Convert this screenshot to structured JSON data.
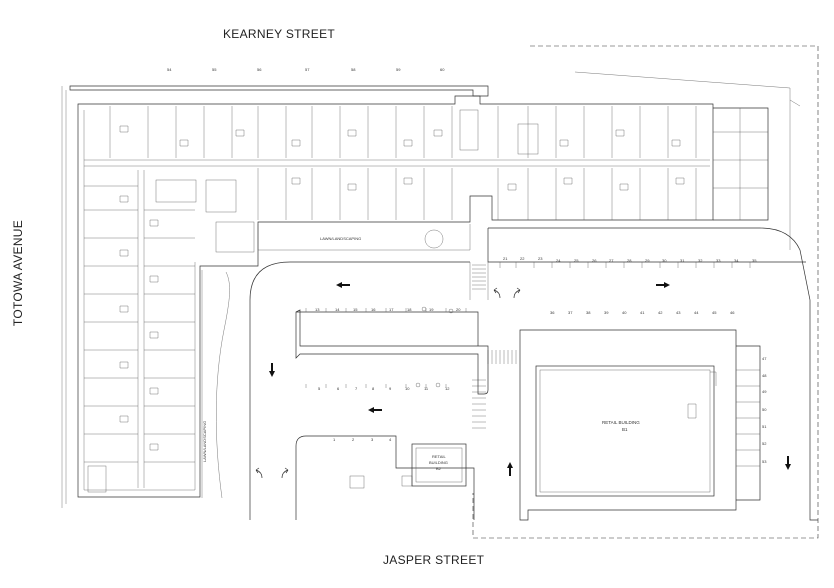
{
  "streets": {
    "north": "KEARNEY STREET",
    "south": "JASPER STREET",
    "west": "TOTOWA AVENUE"
  },
  "labels": {
    "landscaping_north": "LAWN/LANDSCAPING",
    "landscaping_west": "LAWN/LANDSCAPING",
    "retail_b1_title": "RETAIL BUILDING",
    "retail_b1_code": "B1",
    "retail_b2_title": "RETAIL",
    "retail_b2_title2": "BUILDING",
    "retail_b2_code": "B2"
  },
  "top_unit_numbers": [
    "54",
    "55",
    "56",
    "57",
    "58",
    "59",
    "60"
  ],
  "parking": {
    "row_top_right": [
      "21",
      "22",
      "23",
      "24",
      "25",
      "26",
      "27",
      "28",
      "29",
      "30",
      "31",
      "32",
      "33",
      "34",
      "35"
    ],
    "row_mid_right": [
      "36",
      "37",
      "38",
      "39",
      "40",
      "41",
      "42",
      "43",
      "44",
      "45",
      "46"
    ],
    "column_right": [
      "47",
      "48",
      "49",
      "50",
      "51",
      "52",
      "53"
    ],
    "island_north": [
      "13",
      "14",
      "15",
      "16",
      "17",
      "18",
      "19",
      "20"
    ],
    "island_south": [
      "5",
      "6",
      "7",
      "8",
      "9",
      "10",
      "11",
      "12"
    ],
    "south_row": [
      "1",
      "2",
      "3",
      "4"
    ]
  },
  "icons": {
    "traffic_arrows": "direction-arrow-icon",
    "turn_arrows": "turn-arrow-icon",
    "accessible": "wheelchair-icon"
  }
}
